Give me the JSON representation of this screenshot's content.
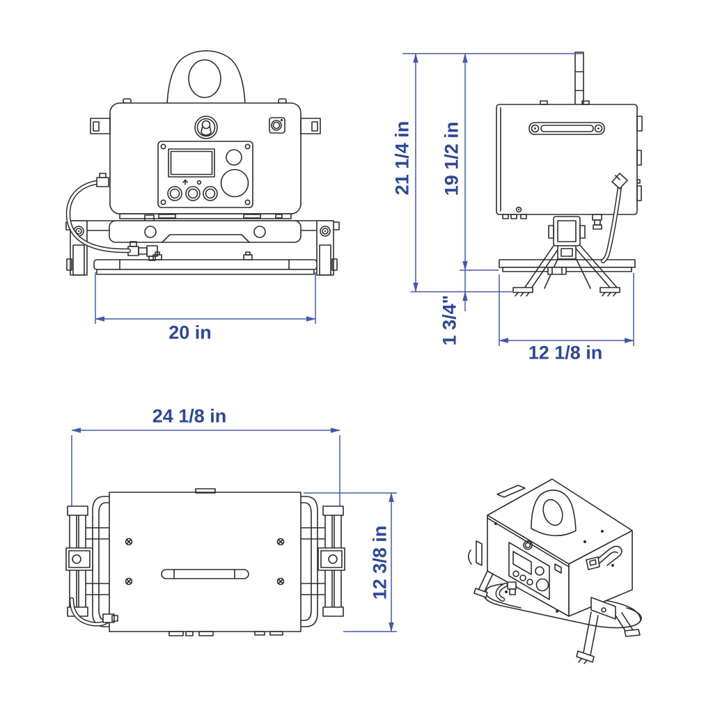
{
  "colors": {
    "dimension_text": "#2d4796",
    "dimension_line": "#4358a8",
    "line_art": "#2b2b2b",
    "background": "#ffffff"
  },
  "views": {
    "front": {
      "dimensions": {
        "base_width": "20 in"
      }
    },
    "side": {
      "dimensions": {
        "total_height": "21 1/4 in",
        "top_to_pad": "19 1/2 in",
        "pad_to_ground": "1 3/4\"",
        "base_width": "12 1/8 in"
      }
    },
    "top": {
      "dimensions": {
        "overall_width": "24 1/8 in",
        "overall_depth": "12 3/8 in"
      }
    }
  }
}
